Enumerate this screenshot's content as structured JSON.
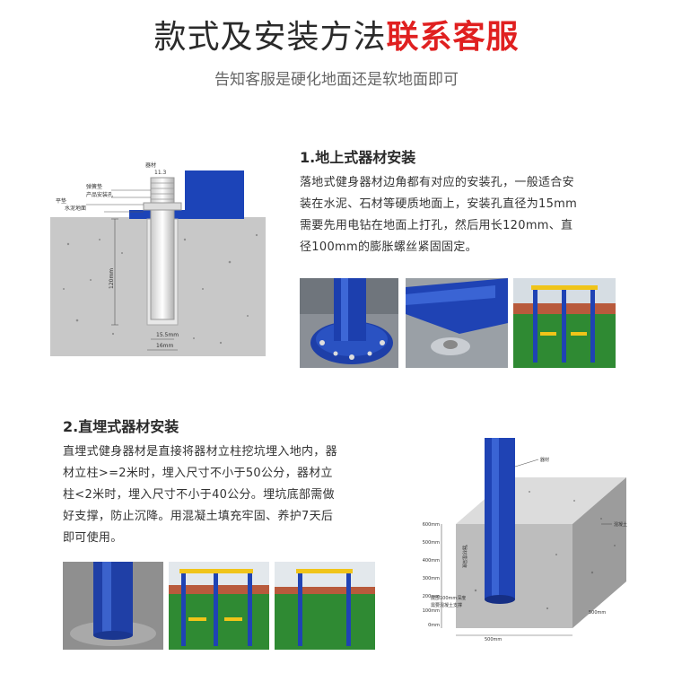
{
  "header": {
    "title_part1": "款式及安装方法",
    "title_part2": "联系客服",
    "subtitle": "告知客服是硬化地面还是软地面即可"
  },
  "section1": {
    "heading": "1.地上式器材安装",
    "lines": [
      "落地式健身器材边角都有对应的安装孔，一般适合安",
      "装在水泥、石材等硬质地面上，安装孔直径为15mm",
      "需要先用电钻在地面上打孔，然后用长120mm、直",
      "径100mm的膨胀螺丝紧固固定。"
    ],
    "diagram_labels": {
      "equipment": "器材",
      "washer": "弹簧垫",
      "hole": "产品安装孔",
      "flat": "平垫",
      "cement": "水泥地面",
      "dim_top": "11.3",
      "dim_len": "120mm",
      "dim_d1": "15.5mm",
      "dim_d2": "16mm"
    }
  },
  "section2": {
    "heading": "2.直埋式器材安装",
    "lines": [
      "直埋式健身器材是直接将器材立柱挖坑埋入地内，器",
      "材立柱>=2米时，埋入尺寸不小于50公分，器材立",
      "柱<2米时，埋入尺寸不小于40公分。埋坑底部需做",
      "好支撑，防止沉降。用混凝土填充牢固、养护7天后",
      "即可使用。"
    ],
    "diagram_labels": {
      "equipment": "器材",
      "concrete": "混凝土",
      "depth_text": "器材埋深度",
      "bottom_note_1": "底部100mm深度",
      "bottom_note_2": "需要混凝土支撑",
      "ticks": [
        "600mm",
        "500mm",
        "400mm",
        "300mm",
        "200mm",
        "100mm",
        "0mm"
      ],
      "width1": "500mm",
      "width2": "500mm"
    }
  }
}
